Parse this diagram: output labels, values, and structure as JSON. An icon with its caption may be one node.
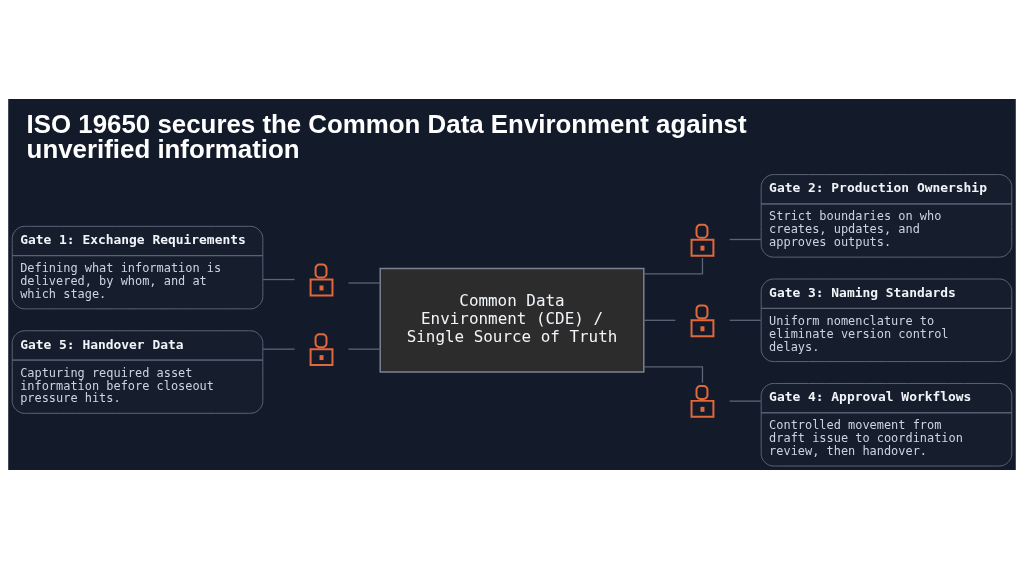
{
  "diagram": {
    "title": "ISO 19650 secures the Common Data Environment against unverified information",
    "nodes": [
      {
        "text": [
          "Gate 1: Exchange Requirements",
          "Defining what information is delivered, by whom, and at which stage."
        ]
      },
      {
        "text": [
          "Gate 2: Production Ownership",
          "Strict boundaries on who creates, updates, and approves outputs."
        ]
      },
      {
        "text": [],
        "shape": "lock"
      },
      {
        "text": [],
        "shape": "lock"
      },
      {
        "text": [
          "Common Data Environment (CDE) / Single Source of Truth"
        ]
      },
      {
        "text": [],
        "shape": "lock"
      },
      {
        "text": [
          "Gate 3: Naming Standards",
          "Uniform nomenclature to eliminate version control delays."
        ]
      },
      {
        "text": [],
        "shape": "lock"
      },
      {
        "text": [],
        "shape": "lock"
      },
      {
        "text": [
          "Gate 5: Handover Data",
          "Capturing required asset information before closeout pressure hits."
        ]
      },
      {
        "text": [
          "Gate 4: Approval Workflows",
          "Controlled movement from draft issue to coordination review, then handover."
        ]
      }
    ],
    "edges": [
      {
        "from": 0,
        "to": 2,
        "arrow": "none"
      },
      {
        "from": 2,
        "to": 4,
        "arrow": "none"
      },
      {
        "from": 4,
        "to": 3,
        "arrow": "none"
      },
      {
        "from": 3,
        "to": 1,
        "arrow": "none"
      },
      {
        "from": 4,
        "to": 5,
        "arrow": "none"
      },
      {
        "from": 5,
        "to": 6,
        "arrow": "none"
      },
      {
        "from": 4,
        "to": 8,
        "arrow": "none"
      },
      {
        "from": 8,
        "to": 10,
        "arrow": "none"
      },
      {
        "from": 9,
        "to": 7,
        "arrow": "none"
      },
      {
        "from": 7,
        "to": 4,
        "arrow": "none"
      }
    ]
  }
}
